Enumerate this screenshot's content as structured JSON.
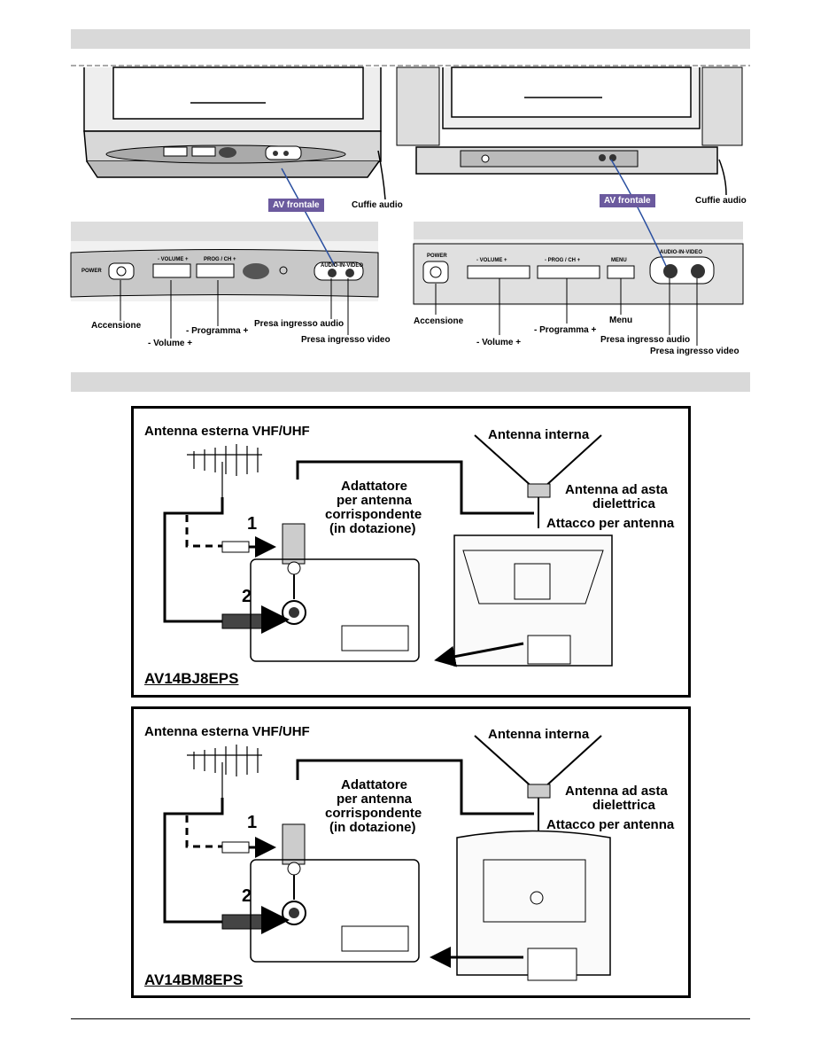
{
  "top_left": {
    "front_labels": {
      "power": "POWER",
      "volume": "- VOLUME +",
      "prog": "PROG / CH +",
      "audio_video": "AUDIO-IN-VIDEO"
    },
    "av_tag": "AV frontale",
    "cuffie": "Cuffie audio",
    "callouts": {
      "accensione": "Accensione",
      "volume": "- Volume +",
      "programma": "- Programma +",
      "presa_audio": "Presa ingresso audio",
      "presa_video": "Presa ingresso video"
    }
  },
  "top_right": {
    "front_labels": {
      "power": "POWER",
      "volume": "- VOLUME +",
      "prog": "- PROG / CH +",
      "menu": "MENU",
      "audio_video": "AUDIO-IN-VIDEO"
    },
    "av_tag": "AV frontale",
    "cuffie": "Cuffie audio",
    "callouts": {
      "accensione": "Accensione",
      "volume": "- Volume +",
      "programma": "- Programma +",
      "menu": "Menu",
      "presa_audio": "Presa ingresso audio",
      "presa_video": "Presa ingresso video"
    }
  },
  "diagram1": {
    "antenna_esterna": "Antenna esterna VHF/UHF",
    "antenna_interna": "Antenna interna",
    "adattatore": [
      "Adattatore",
      "per antenna",
      "corrispondente",
      "(in dotazione)"
    ],
    "asta": [
      "Antenna ad asta",
      "dielettrica"
    ],
    "attacco": "Attacco per antenna",
    "step1": "1",
    "step2": "2",
    "model": "AV14BJ8EPS"
  },
  "diagram2": {
    "antenna_esterna": "Antenna esterna VHF/UHF",
    "antenna_interna": "Antenna interna",
    "adattatore": [
      "Adattatore",
      "per antenna",
      "corrispondente",
      "(in dotazione)"
    ],
    "asta": [
      "Antenna ad asta",
      "dielettrica"
    ],
    "attacco": "Attacco per antenna",
    "step1": "1",
    "step2": "2",
    "model": "AV14BM8EPS"
  }
}
